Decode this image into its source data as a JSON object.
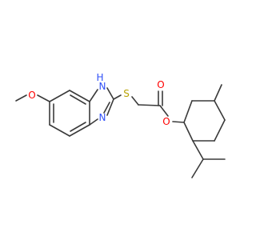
{
  "molecule": {
    "atoms": {
      "o_methoxy": {
        "label": "O",
        "color": "#ff0000"
      },
      "n_h": {
        "label": "H",
        "color": "#3050f8"
      },
      "n_top": {
        "label": "N",
        "color": "#3050f8"
      },
      "n_bottom": {
        "label": "N",
        "color": "#3050f8"
      },
      "s": {
        "label": "S",
        "color": "#b8a200"
      },
      "o_carbonyl": {
        "label": "O",
        "color": "#ff0000"
      },
      "o_ester": {
        "label": "O",
        "color": "#ff0000"
      }
    },
    "bond_color": "#3a3a3a"
  }
}
